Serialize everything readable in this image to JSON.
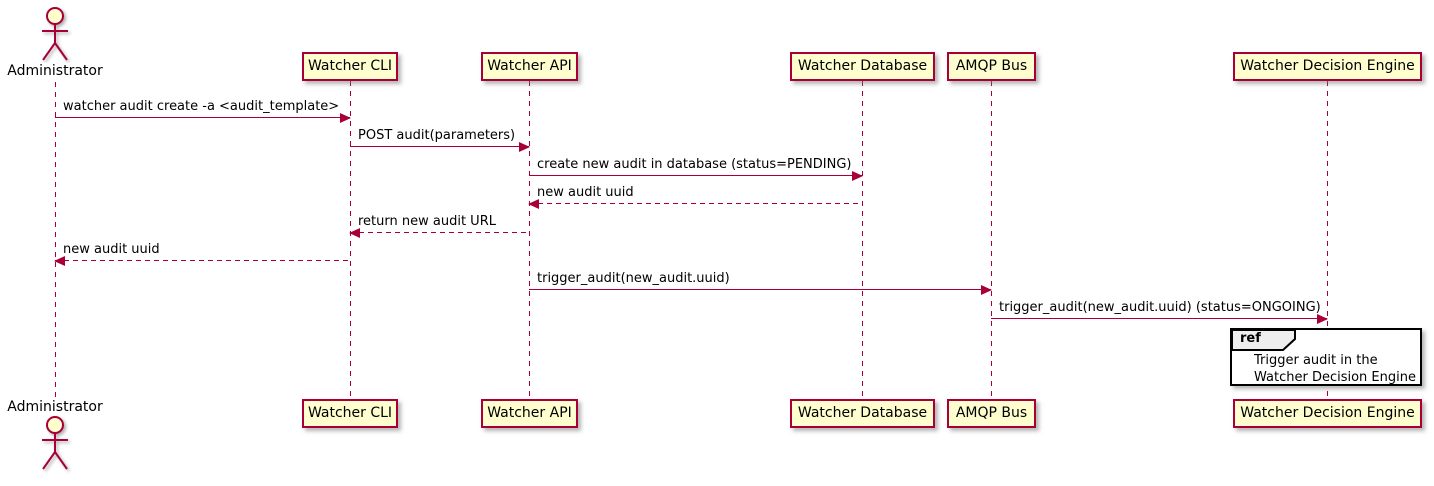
{
  "diagram": {
    "type": "sequence-diagram",
    "colors": {
      "participant_fill": "#FEFECE",
      "participant_border": "#A80036",
      "arrow": "#A80036",
      "lifeline": "#A80036",
      "text": "#000000",
      "ref_border": "#000000",
      "ref_header_fill": "#EEEEEE"
    },
    "actor": {
      "label": "Administrator"
    },
    "participants": [
      {
        "label": "Watcher CLI"
      },
      {
        "label": "Watcher API"
      },
      {
        "label": "Watcher Database"
      },
      {
        "label": "AMQP Bus"
      },
      {
        "label": "Watcher Decision Engine"
      }
    ],
    "messages": [
      {
        "from": "Administrator",
        "to": "Watcher CLI",
        "style": "solid",
        "text": "watcher audit create -a <audit_template>"
      },
      {
        "from": "Watcher CLI",
        "to": "Watcher API",
        "style": "solid",
        "text": "POST audit(parameters)"
      },
      {
        "from": "Watcher API",
        "to": "Watcher Database",
        "style": "solid",
        "text": "create new audit in database (status=PENDING)"
      },
      {
        "from": "Watcher Database",
        "to": "Watcher API",
        "style": "dashed",
        "text": "new audit uuid"
      },
      {
        "from": "Watcher API",
        "to": "Watcher CLI",
        "style": "dashed",
        "text": "return new audit URL"
      },
      {
        "from": "Watcher CLI",
        "to": "Administrator",
        "style": "dashed",
        "text": "new audit uuid"
      },
      {
        "from": "Watcher API",
        "to": "AMQP Bus",
        "style": "solid",
        "text": "trigger_audit(new_audit.uuid)"
      },
      {
        "from": "AMQP Bus",
        "to": "Watcher Decision Engine",
        "style": "solid",
        "text": "trigger_audit(new_audit.uuid) (status=ONGOING)"
      }
    ],
    "ref": {
      "keyword": "ref",
      "over": "Watcher Decision Engine",
      "line1": "Trigger audit in the",
      "line2": "Watcher Decision Engine"
    }
  }
}
